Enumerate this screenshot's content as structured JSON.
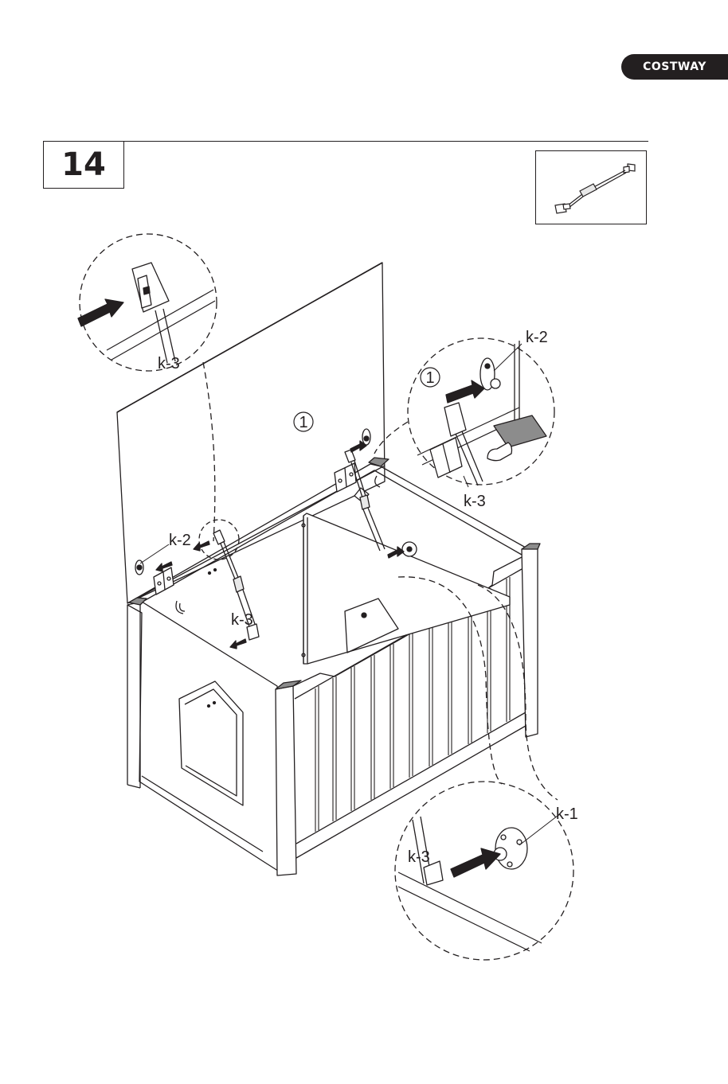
{
  "brand": {
    "name": "COSTWAY"
  },
  "step": {
    "number": "14"
  },
  "part_labels": {
    "gas_strut": "k-3",
    "bracket_k2": "k-2",
    "bracket_k1": "k-1"
  },
  "panel_markers": {
    "lid": "1"
  },
  "colors": {
    "ink": "#231f20",
    "wood_end": "#8c8c8c",
    "arrow": "#231f20"
  }
}
